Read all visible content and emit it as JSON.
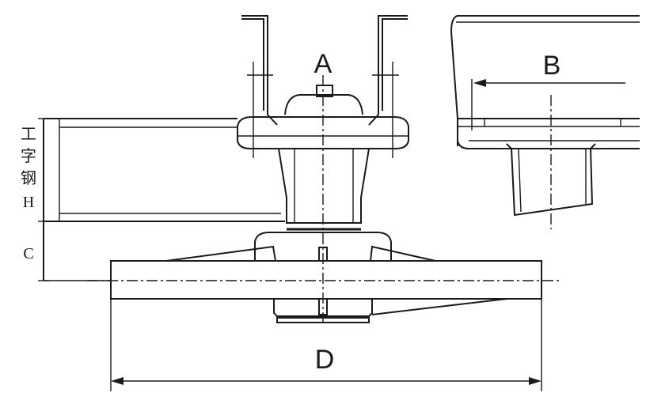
{
  "labels": {
    "a": "A",
    "b": "B",
    "c": "C",
    "d": "D",
    "h_chars": [
      "工",
      "字",
      "钢",
      "H"
    ]
  }
}
